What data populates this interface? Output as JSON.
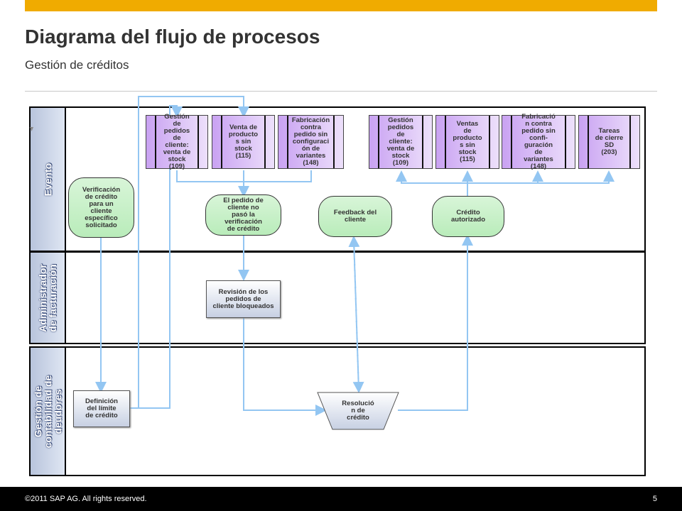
{
  "header": {
    "title": "Diagrama del flujo de procesos",
    "subtitle": "Gestión de créditos"
  },
  "lanes": [
    {
      "label": "Evento"
    },
    {
      "label": "Administrador\nde facturación"
    },
    {
      "label": "Gestión de\ncontabilidad de\ndeudores"
    }
  ],
  "events": [
    {
      "label": "Gestión\nde\npedidos\nde\ncliente:\nventa de\nstock\n(109)"
    },
    {
      "label": "Venta de\nproducto\ns sin\nstock\n(115)"
    },
    {
      "label": "Fabricación\ncontra\npedido sin\nconfiguraci\nón de\nvariantes\n(148)"
    },
    {
      "label": "Gestión\npedidos\nde\ncliente:\nventa de\nstock\n(109)"
    },
    {
      "label": "Ventas\nde\nproducto\ns sin\nstock\n(115)"
    },
    {
      "label": "Fabricació\nn contra\npedido sin\nconfi-\nguración\nde\nvariantes\n(148)"
    },
    {
      "label": "Tareas\nde cierre\nSD\n(203)"
    }
  ],
  "rounded_events": [
    {
      "label": "Verificación\nde crédito\npara un\ncliente\nespecífico\nsolicitado"
    },
    {
      "label": "El pedido de\ncliente no\npasó la\nverificación\nde crédito"
    },
    {
      "label": "Feedback del\ncliente"
    },
    {
      "label": "Crédito\nautorizado"
    }
  ],
  "tasks": [
    {
      "label": "Revisión de los\npedidos de\ncliente bloqueados"
    },
    {
      "label": "Definición\ndel límite\nde crédito"
    },
    {
      "label": "Resolució\nn de\ncrédito"
    }
  ],
  "footer": {
    "copyright": "©2011 SAP AG. All rights reserved.",
    "page": "5"
  },
  "colors": {
    "accent_bar": "#f0ab00",
    "event_fill": "#c9a2f2",
    "rounded_fill": "#c6f0c7",
    "task_fill": "#c7d0e3",
    "connector": "#93c6f2"
  }
}
